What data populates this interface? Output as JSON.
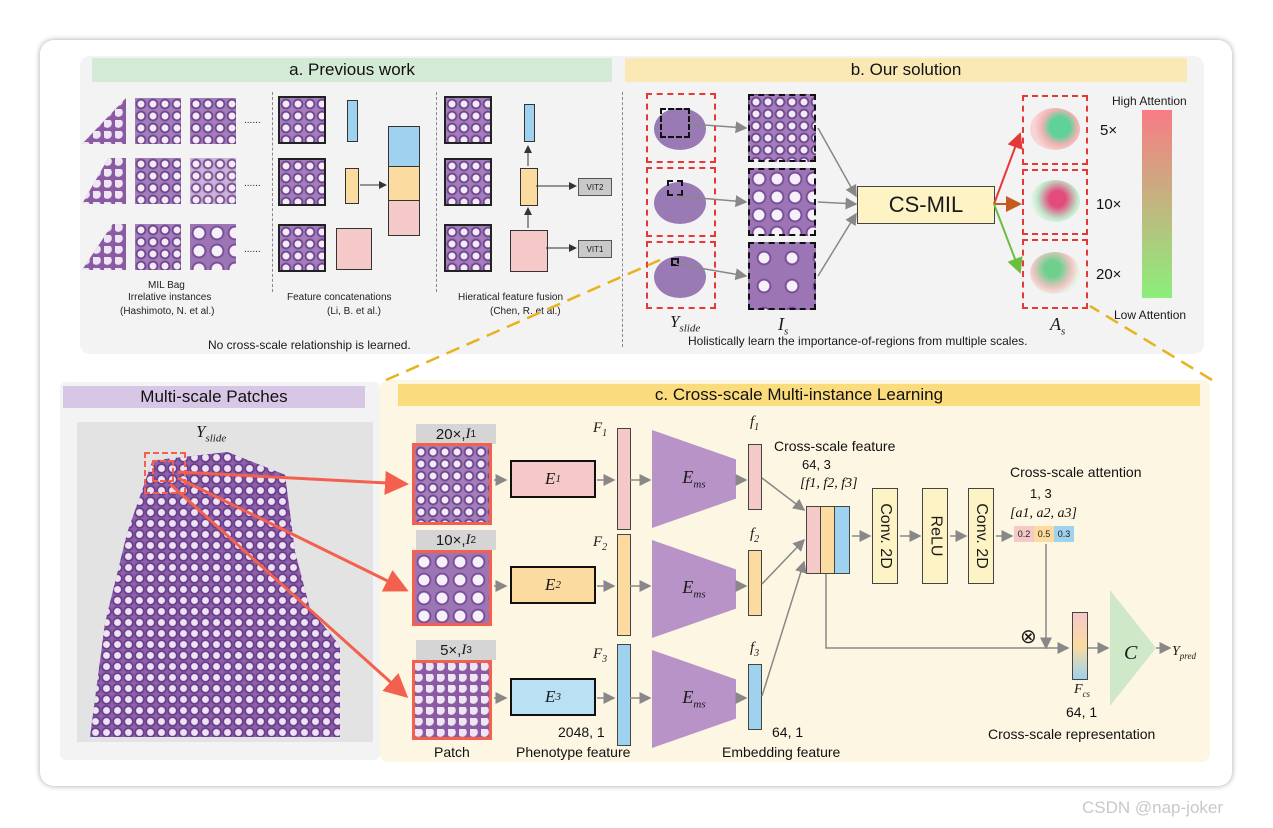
{
  "watermark": "CSDN @nap-joker",
  "section_a": {
    "title": "a. Previous work",
    "ellipsis": "......",
    "col1": {
      "l1": "MIL Bag",
      "l2": "Irrelative instances",
      "l3": "(Hashimoto, N. et al.)"
    },
    "col2": {
      "l1": "Feature concatenations",
      "l2": "(Li, B. et al.)"
    },
    "col3": {
      "l1": "Hieratical feature fusion",
      "l2": "(Chen, R. et al.)",
      "vit2": "VIT2",
      "vit1": "VIT1"
    },
    "caption": "No cross-scale relationship is learned."
  },
  "section_b": {
    "title": "b. Our solution",
    "cs_mil": "CS-MIL",
    "y_slide": "Y",
    "y_slide_sub": "slide",
    "i_s": "I",
    "i_s_sub": "s",
    "a_s": "A",
    "a_s_sub": "s",
    "scales": [
      "5×",
      "10×",
      "20×"
    ],
    "high_attention": "High Attention",
    "low_attention": "Low Attention",
    "caption": "Holistically learn the importance-of-regions  from multiple scales."
  },
  "left_panel": {
    "title": "Multi-scale Patches",
    "y_slide": "Y",
    "y_slide_sub": "slide"
  },
  "section_c": {
    "title": "c. Cross-scale Multi-instance Learning",
    "patches": [
      {
        "scale": "20×, ",
        "var": "I",
        "sub": "1"
      },
      {
        "scale": "10×, ",
        "var": "I",
        "sub": "2"
      },
      {
        "scale": "5×, ",
        "var": "I",
        "sub": "3"
      }
    ],
    "encoders": [
      {
        "var": "E",
        "sub": "1"
      },
      {
        "var": "E",
        "sub": "2"
      },
      {
        "var": "E",
        "sub": "3"
      }
    ],
    "features": [
      {
        "var": "F",
        "sub": "1"
      },
      {
        "var": "F",
        "sub": "2"
      },
      {
        "var": "F",
        "sub": "3"
      }
    ],
    "ems": {
      "var": "E",
      "sub": "ms"
    },
    "small_features": [
      {
        "var": "f",
        "sub": "1"
      },
      {
        "var": "f",
        "sub": "2"
      },
      {
        "var": "f",
        "sub": "3"
      }
    ],
    "cross_scale_feature": "Cross-scale feature",
    "csf_dim": "64, 3",
    "csf_set": "[f1, f2, f3]",
    "conv1": "Conv. 2D",
    "relu": "ReLU",
    "conv2": "Conv. 2D",
    "cross_scale_attention": "Cross-scale attention",
    "csa_dim": "1, 3",
    "csa_set": "[a1, a2, a3]",
    "attn_values": [
      "0.2",
      "0.5",
      "0.3"
    ],
    "multiply": "⊗",
    "fcs": {
      "var": "F",
      "sub": "cs"
    },
    "fcs_dim": "64, 1",
    "classifier": "C",
    "ypred": {
      "var": "Y",
      "sub": "pred"
    },
    "dim_2048": "2048, 1",
    "dim_64": "64, 1",
    "label_patch": "Patch",
    "label_phenotype": "Phenotype feature",
    "label_embedding": "Embedding feature",
    "label_representation": "Cross-scale representation"
  },
  "colors": {
    "green_header": "#d3ead7",
    "yellow_header": "#fbe9b5",
    "purple_header": "#d8c6e6",
    "c_header": "#fbdc7c",
    "red_accent": "#f4604e",
    "purple_shape": "#b793c7",
    "pink_feature": "#f6c9c9",
    "orange_feature": "#fbdba0",
    "blue_feature": "#9fd2ee",
    "box_yellow": "#fdf3c4"
  }
}
